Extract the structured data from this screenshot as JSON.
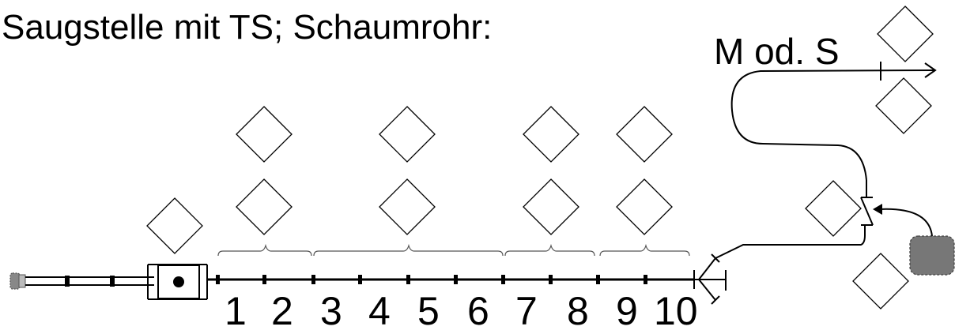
{
  "title": "Saugstelle mit TS; Schaumrohr:",
  "position_label": "M od. S",
  "hose_numbers": [
    "1",
    "2",
    "3",
    "4",
    "5",
    "6",
    "7",
    "8",
    "9",
    "10"
  ]
}
